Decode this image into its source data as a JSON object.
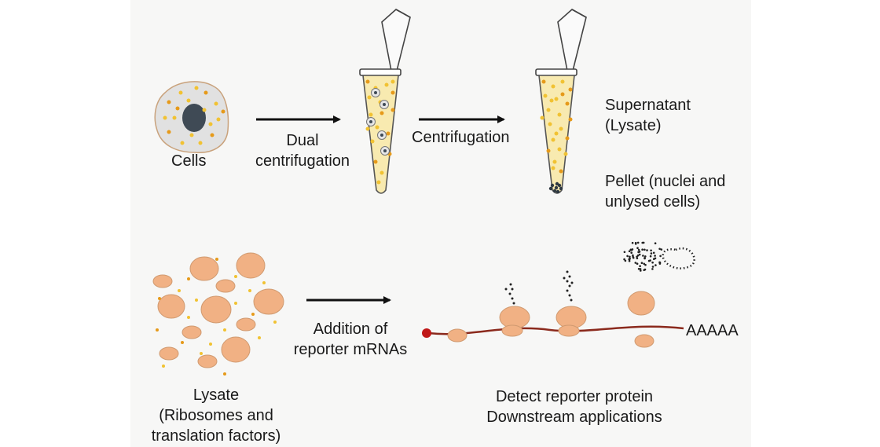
{
  "labels": {
    "cells": "Cells",
    "dual_centrifugation": "Dual\ncentrifugation",
    "centrifugation": "Centrifugation",
    "supernatant": "Supernatant\n(Lysate)",
    "pellet": "Pellet (nuclei and\nunlysed cells)",
    "lysate": "Lysate\n(Ribosomes and\ntranslation factors)",
    "addition": "Addition of\nreporter mRNAs",
    "poly_a": "AAAAA",
    "detect": "Detect reporter protein\nDownstream applications"
  },
  "colors": {
    "panel_bg": "#f7f7f6",
    "cell_body": "#e1e1e1",
    "nucleus": "#3f4a55",
    "tube_fill": "#f8eab0",
    "ribosome": "#f1b184",
    "mrna": "#8b2a1d",
    "cap": "#c01818",
    "yellow_dot": "#f1c232",
    "orange_dot": "#e69a1a"
  }
}
